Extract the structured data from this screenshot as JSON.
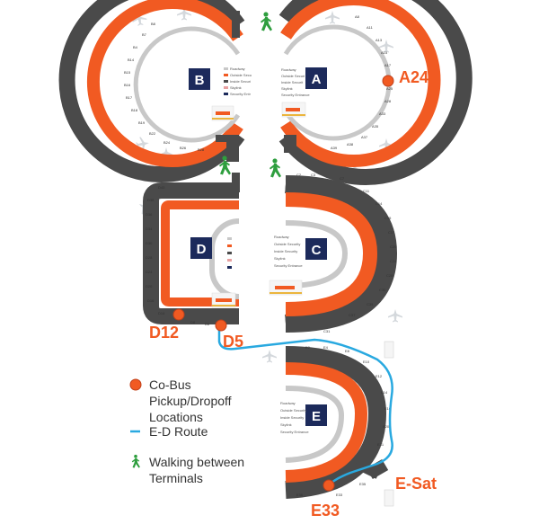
{
  "terminals": {
    "a": "A",
    "b": "B",
    "c": "C",
    "d": "D",
    "e": "E"
  },
  "callouts": {
    "a24": "A24",
    "d12": "D12",
    "d5": "D5",
    "e33": "E33",
    "esat": "E-Sat"
  },
  "map_legend": {
    "roadway": "Roadway",
    "outside_security": "Outside Security",
    "inside_security": "Inside Security",
    "skylink": "Skylink",
    "security_entrance": "Security Entrance"
  },
  "legend": {
    "cobus": "Co-Bus Pickup/Dropoff Locations",
    "route": "E-D Route",
    "walking": "Walking between Terminals"
  },
  "colors": {
    "orange": "#f15a22",
    "dark_gray": "#4a4a4a",
    "light_gray": "#c8c8c8",
    "navy": "#1c2a5b",
    "route_blue": "#29a9e0",
    "walk_green": "#2e9e3e"
  },
  "icons": {
    "walking": "walking-person-icon",
    "pickup": "orange-dot-icon",
    "route": "blue-line-icon",
    "plane": "airplane-icon"
  }
}
